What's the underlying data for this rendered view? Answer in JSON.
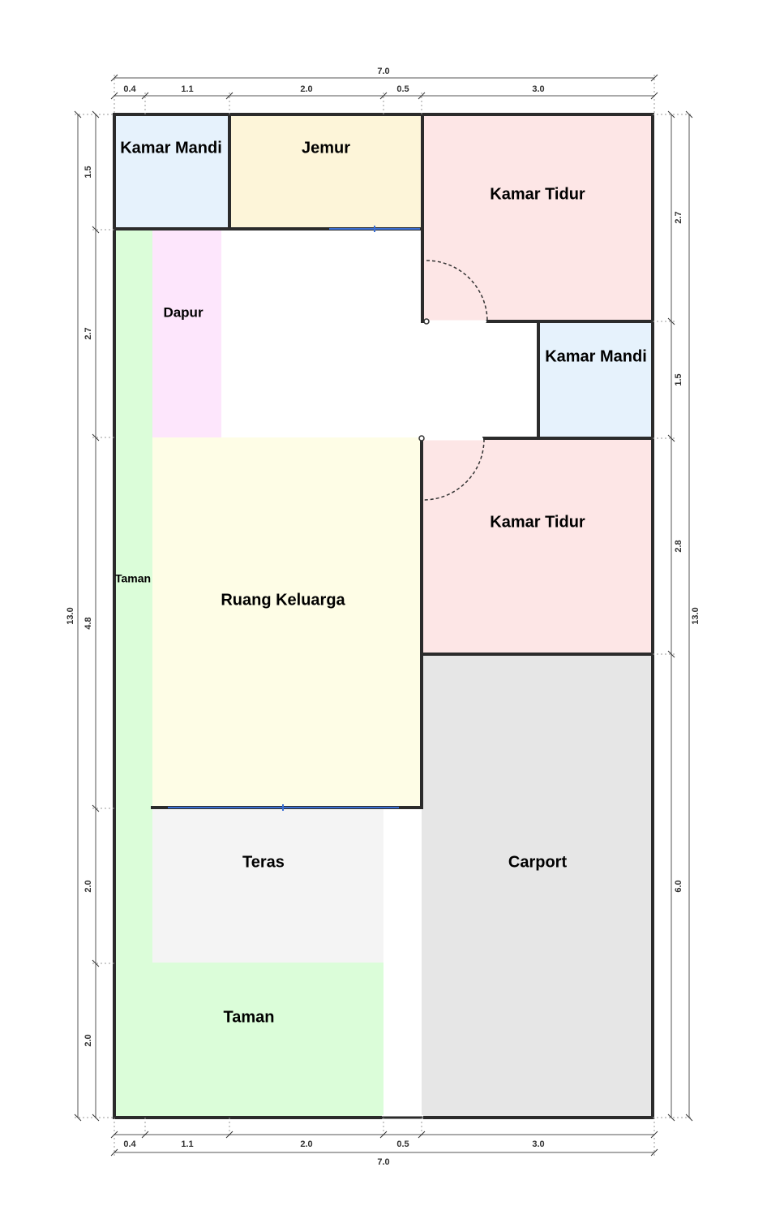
{
  "colors": {
    "bathroom": "#e6f2fc",
    "drying": "#fdf5d9",
    "bedroom": "#fde6e6",
    "kitchen": "#fde6fc",
    "garden": "#dbfdd9",
    "family": "#fefde6",
    "terrace": "#f4f4f4",
    "carport": "#e6e6e6",
    "wall": "#2b2b2b",
    "window": "#3b6fd4"
  },
  "rooms": [
    {
      "id": "kamar-mandi-1",
      "label": "Kamar Mandi",
      "color": "bathroom"
    },
    {
      "id": "jemur",
      "label": "Jemur",
      "color": "drying"
    },
    {
      "id": "kamar-tidur-1",
      "label": "Kamar Tidur",
      "color": "bedroom"
    },
    {
      "id": "dapur",
      "label": "Dapur",
      "color": "kitchen"
    },
    {
      "id": "kamar-mandi-2",
      "label": "Kamar Mandi",
      "color": "bathroom"
    },
    {
      "id": "kamar-tidur-2",
      "label": "Kamar Tidur",
      "color": "bedroom"
    },
    {
      "id": "taman-side",
      "label": "Taman",
      "color": "garden"
    },
    {
      "id": "ruang-keluarga",
      "label": "Ruang Keluarga",
      "color": "family"
    },
    {
      "id": "teras",
      "label": "Teras",
      "color": "terrace"
    },
    {
      "id": "carport",
      "label": "Carport",
      "color": "carport"
    },
    {
      "id": "taman-front",
      "label": "Taman",
      "color": "garden"
    }
  ],
  "dimensions": {
    "top_total": "7.0",
    "top_segments": [
      "0.4",
      "1.1",
      "2.0",
      "0.5",
      "3.0"
    ],
    "bottom_segments": [
      "0.4",
      "1.1",
      "2.0",
      "0.5",
      "3.0"
    ],
    "bottom_total": "7.0",
    "left_total": "13.0",
    "left_segments": [
      "1.5",
      "2.7",
      "4.8",
      "2.0",
      "2.0"
    ],
    "right_segments": [
      "2.7",
      "1.5",
      "2.8",
      "6.0"
    ],
    "right_total": "13.0"
  }
}
